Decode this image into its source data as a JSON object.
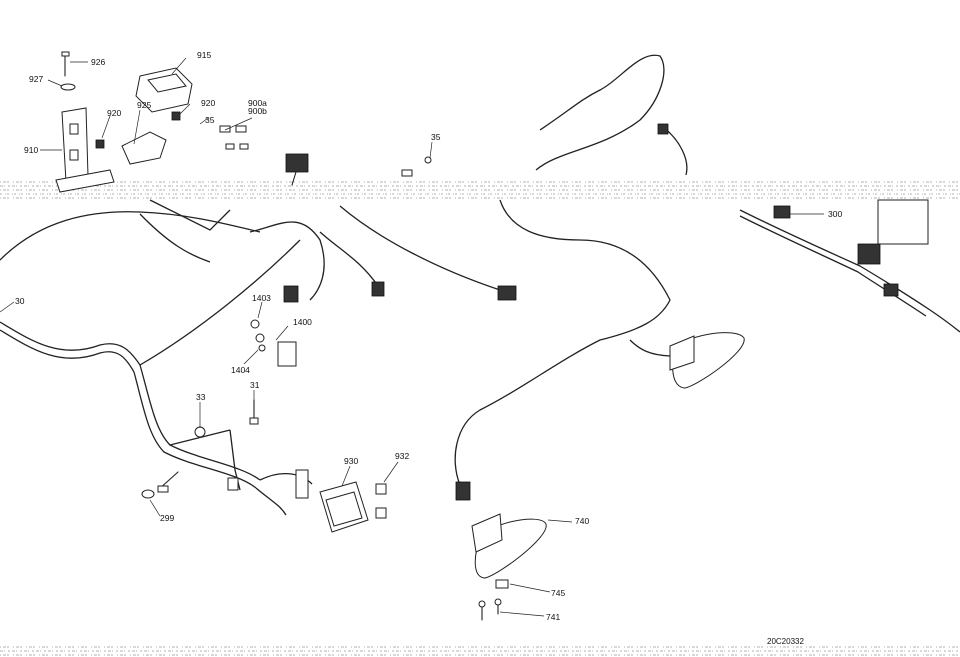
{
  "callouts": {
    "c926": "926",
    "c927": "927",
    "c915": "915",
    "c920a": "920",
    "c925": "925",
    "c920b": "920",
    "c35a": "35",
    "c900a": "900a",
    "c900b": "900b",
    "c910": "910",
    "c35b": "35",
    "c300": "300",
    "c30": "30",
    "c1403": "1403",
    "c1400": "1400",
    "c1404": "1404",
    "c31": "31",
    "c33": "33",
    "c930": "930",
    "c932": "932",
    "c299": "299",
    "c740": "740",
    "c745": "745",
    "c741": "741"
  },
  "figure_code": "20C20332"
}
